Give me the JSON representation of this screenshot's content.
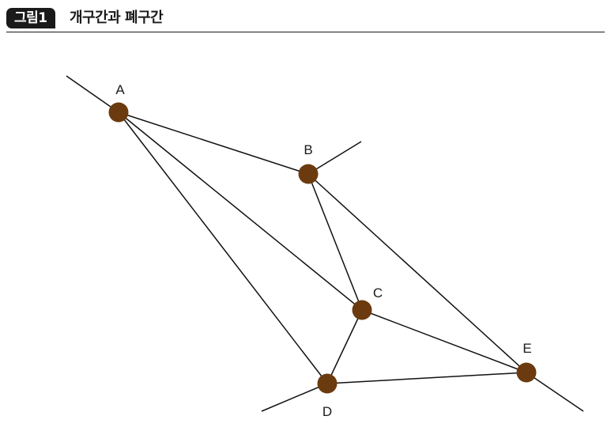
{
  "header": {
    "badge": "그림1",
    "title": "개구간과 폐구간"
  },
  "diagram": {
    "node_color": "#6b3a0e",
    "line_color": "#111111",
    "nodes": [
      {
        "id": "A",
        "label": "A"
      },
      {
        "id": "B",
        "label": "B"
      },
      {
        "id": "C",
        "label": "C"
      },
      {
        "id": "D",
        "label": "D"
      },
      {
        "id": "E",
        "label": "E"
      }
    ],
    "edges": [
      [
        "A",
        "B"
      ],
      [
        "A",
        "C"
      ],
      [
        "A",
        "D"
      ],
      [
        "B",
        "C"
      ],
      [
        "B",
        "E"
      ],
      [
        "C",
        "D"
      ],
      [
        "C",
        "E"
      ],
      [
        "D",
        "E"
      ]
    ]
  }
}
